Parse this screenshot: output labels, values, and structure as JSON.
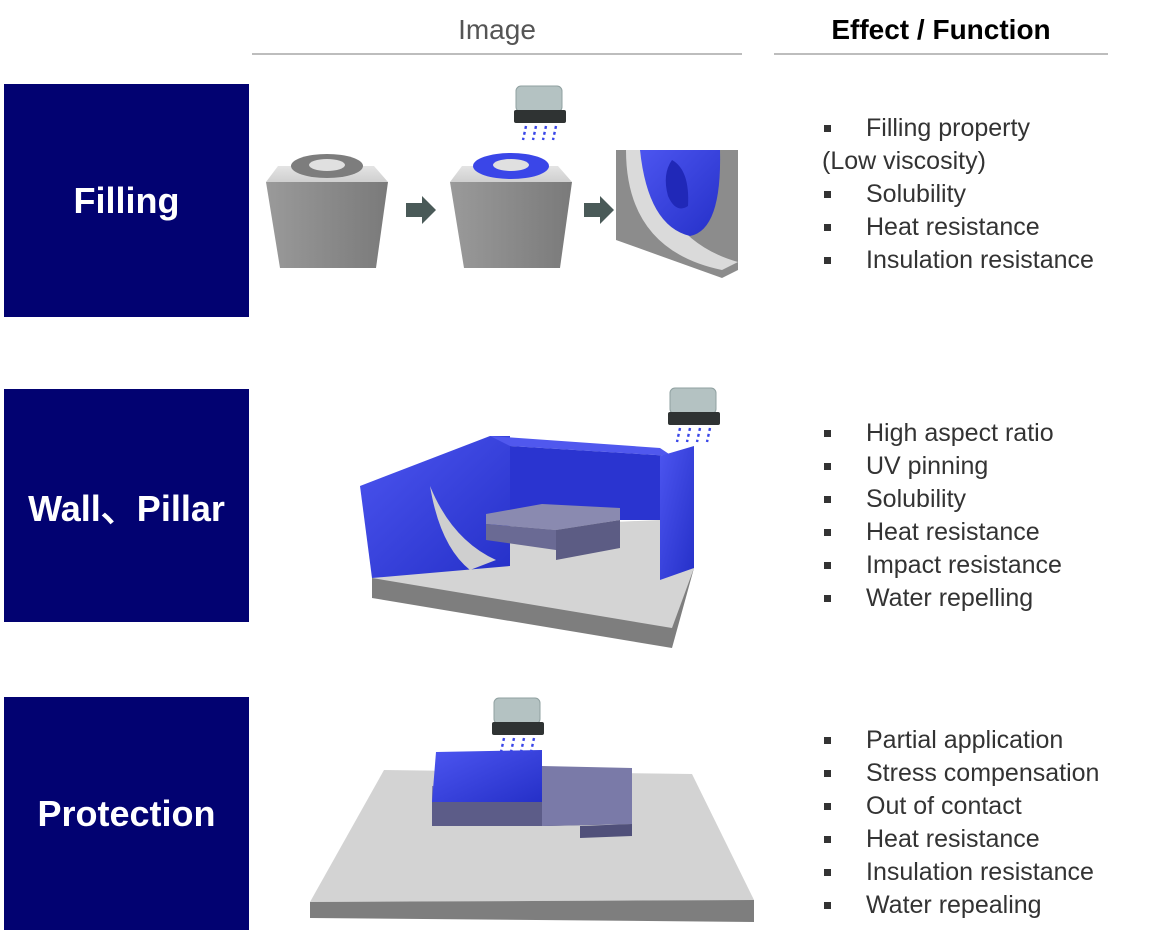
{
  "headers": {
    "image": "Image",
    "effect": "Effect / Function"
  },
  "rows": [
    {
      "label": "Filling",
      "items": [
        {
          "text": "Filling property",
          "bullet": true
        },
        {
          "text": "(Low viscosity)",
          "bullet": false
        },
        {
          "text": "Solubility",
          "bullet": true
        },
        {
          "text": "Heat resistance",
          "bullet": true
        },
        {
          "text": "Insulation resistance",
          "bullet": true
        }
      ]
    },
    {
      "label": "Wall、Pillar",
      "items": [
        {
          "text": "High aspect ratio",
          "bullet": true
        },
        {
          "text": "UV pinning",
          "bullet": true
        },
        {
          "text": "Solubility",
          "bullet": true
        },
        {
          "text": "Heat resistance",
          "bullet": true
        },
        {
          "text": "Impact resistance",
          "bullet": true
        },
        {
          "text": "Water repelling",
          "bullet": true
        }
      ]
    },
    {
      "label": "Protection",
      "items": [
        {
          "text": "Partial application",
          "bullet": true
        },
        {
          "text": "Stress compensation",
          "bullet": true
        },
        {
          "text": "Out of contact",
          "bullet": true
        },
        {
          "text": "Heat resistance",
          "bullet": true
        },
        {
          "text": "Insulation resistance",
          "bullet": true
        },
        {
          "text": "Water repealing",
          "bullet": true
        }
      ]
    }
  ],
  "colors": {
    "label_box": "#020271",
    "resin_blue": "#3a46e8",
    "substrate_gray": "#8c8c8c",
    "arrow": "#4a5a58"
  }
}
